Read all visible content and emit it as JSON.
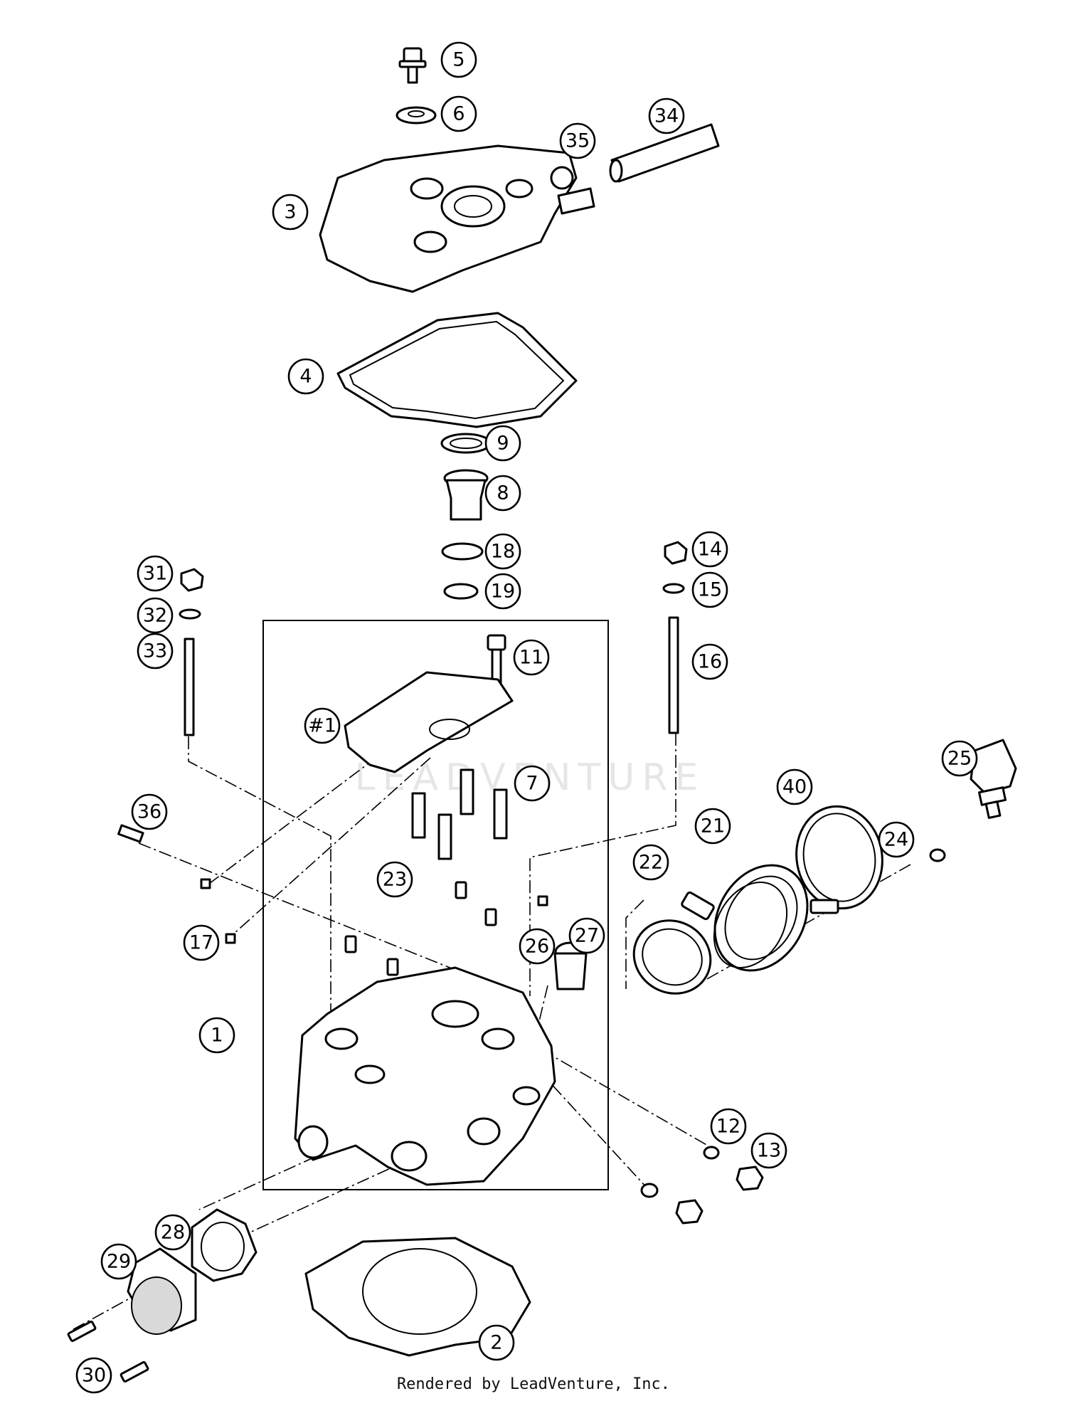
{
  "footer": {
    "text": "Rendered by LeadVenture, Inc."
  },
  "watermark": {
    "text": "LEADVENTURE",
    "color": "#e6e6e6"
  },
  "callouts": [
    {
      "id": "c5",
      "label": "5"
    },
    {
      "id": "c6",
      "label": "6"
    },
    {
      "id": "c34",
      "label": "34"
    },
    {
      "id": "c35",
      "label": "35"
    },
    {
      "id": "c3",
      "label": "3"
    },
    {
      "id": "c4",
      "label": "4"
    },
    {
      "id": "c9",
      "label": "9"
    },
    {
      "id": "c8",
      "label": "8"
    },
    {
      "id": "c18",
      "label": "18"
    },
    {
      "id": "c19",
      "label": "19"
    },
    {
      "id": "c31",
      "label": "31"
    },
    {
      "id": "c32",
      "label": "32"
    },
    {
      "id": "c33",
      "label": "33"
    },
    {
      "id": "c14",
      "label": "14"
    },
    {
      "id": "c15",
      "label": "15"
    },
    {
      "id": "c16",
      "label": "16"
    },
    {
      "id": "c11",
      "label": "11"
    },
    {
      "id": "c1h",
      "label": "#1"
    },
    {
      "id": "c7",
      "label": "7"
    },
    {
      "id": "c25",
      "label": "25"
    },
    {
      "id": "c40",
      "label": "40"
    },
    {
      "id": "c21",
      "label": "21"
    },
    {
      "id": "c22",
      "label": "22"
    },
    {
      "id": "c24",
      "label": "24"
    },
    {
      "id": "c36",
      "label": "36"
    },
    {
      "id": "c23",
      "label": "23"
    },
    {
      "id": "c17",
      "label": "17"
    },
    {
      "id": "c26",
      "label": "26"
    },
    {
      "id": "c27",
      "label": "27"
    },
    {
      "id": "c1",
      "label": "1"
    },
    {
      "id": "c12",
      "label": "12"
    },
    {
      "id": "c13",
      "label": "13"
    },
    {
      "id": "c28",
      "label": "28"
    },
    {
      "id": "c29",
      "label": "29"
    },
    {
      "id": "c30",
      "label": "30"
    },
    {
      "id": "c2",
      "label": "2"
    }
  ]
}
